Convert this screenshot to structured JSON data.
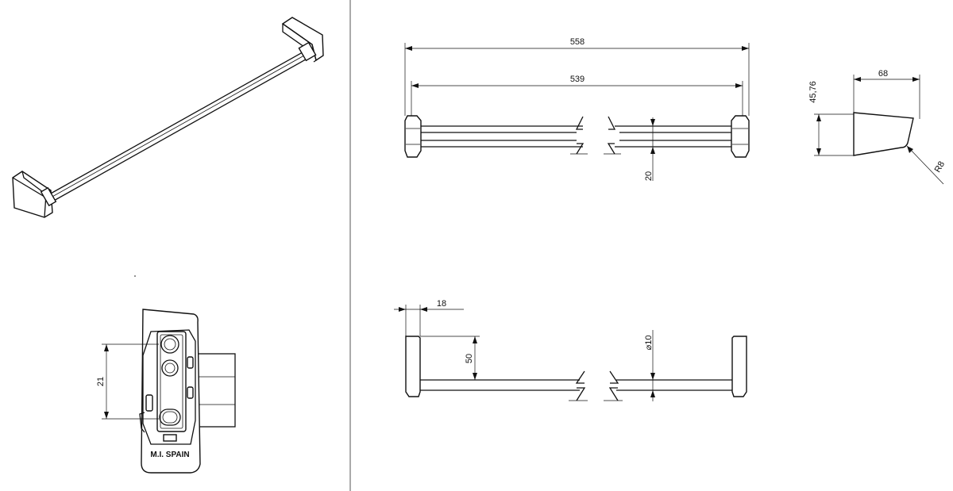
{
  "dimensions": {
    "overall_length": "558",
    "inner_length": "539",
    "bar_offset": "20",
    "bracket_depth": "68",
    "bracket_height": "45,76",
    "corner_radius": "R8",
    "bracket_width": "18",
    "bar_projection": "50",
    "bar_diameter": "⌀10",
    "hole_spacing": "21"
  },
  "marking": {
    "brand_stamp": "M.I. SPAIN"
  }
}
